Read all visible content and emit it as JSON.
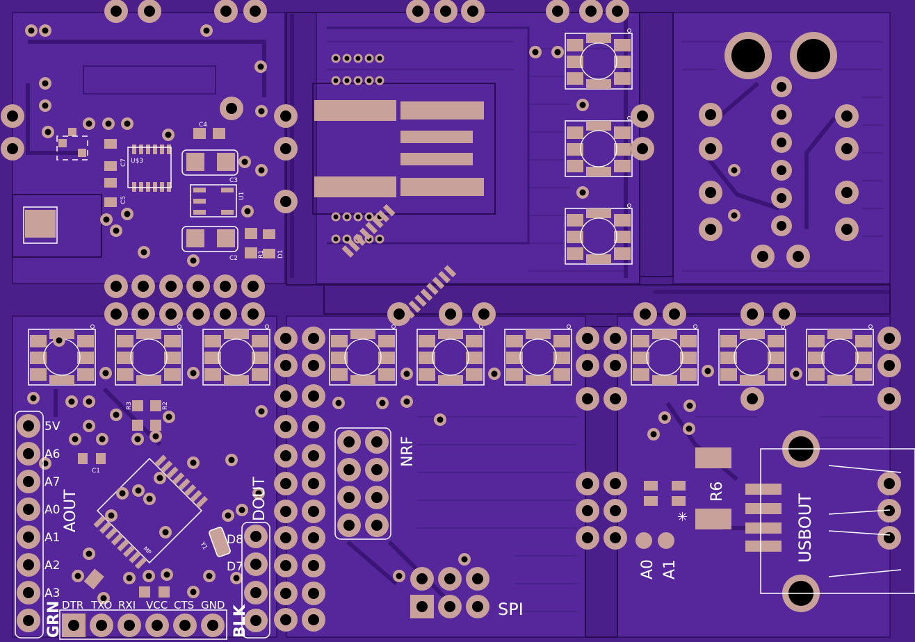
{
  "board": {
    "colors": {
      "substrate": "#4a1f8a",
      "copper": "#5b2ca0",
      "trace": "#3f197a",
      "pad": "#c8a19a",
      "silk": "#ffffff",
      "hole": "#000000"
    },
    "labels": {
      "header_left": [
        "5V",
        "A6",
        "A7",
        "A0",
        "A1",
        "A2",
        "A3"
      ],
      "aout": "AOUT",
      "dout": "DOUT",
      "d8": "D8",
      "d7": "D7",
      "grn": "GRN",
      "blk": "BLK",
      "ftdi": [
        "DTR",
        "TXO",
        "RXI",
        "VCC",
        "CTS",
        "GND"
      ],
      "nrf": "NRF",
      "spi": "SPI",
      "usbout": "USBOUT",
      "a0": "A0",
      "a1": "A1",
      "r6": "R6",
      "parts": {
        "c4": "C4",
        "c7": "C7",
        "u3": "U$3",
        "c5": "C5",
        "c3": "C3",
        "u1": "U1",
        "c2": "C2",
        "r1": "R1",
        "d1": "D1",
        "c1": "C1",
        "r3": "R3",
        "r2": "R2",
        "y1": "Y1",
        "mp": "MP"
      }
    }
  }
}
